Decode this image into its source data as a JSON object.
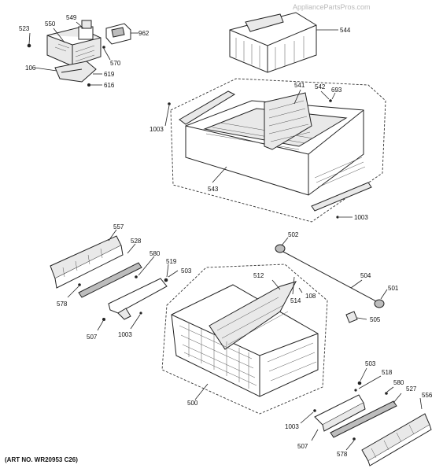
{
  "watermark": "AppliancePartsPros.com",
  "art_number": "(ART NO. WR20953 C26)",
  "callouts": [
    {
      "id": "c523a",
      "text": "523"
    },
    {
      "id": "c550",
      "text": "550"
    },
    {
      "id": "c549",
      "text": "549"
    },
    {
      "id": "c962",
      "text": "962"
    },
    {
      "id": "c570",
      "text": "570"
    },
    {
      "id": "c106",
      "text": "106"
    },
    {
      "id": "c619",
      "text": "619"
    },
    {
      "id": "c616",
      "text": "616"
    },
    {
      "id": "c544",
      "text": "544"
    },
    {
      "id": "c541",
      "text": "541"
    },
    {
      "id": "c542",
      "text": "542"
    },
    {
      "id": "c693",
      "text": "693"
    },
    {
      "id": "c1003a",
      "text": "1003"
    },
    {
      "id": "c543",
      "text": "543"
    },
    {
      "id": "c1003b",
      "text": "1003"
    },
    {
      "id": "c557",
      "text": "557"
    },
    {
      "id": "c528a",
      "text": "528"
    },
    {
      "id": "c580a",
      "text": "580"
    },
    {
      "id": "c519",
      "text": "519"
    },
    {
      "id": "c503a",
      "text": "503"
    },
    {
      "id": "c578a",
      "text": "578"
    },
    {
      "id": "c507a",
      "text": "507"
    },
    {
      "id": "c1003c",
      "text": "1003"
    },
    {
      "id": "c502",
      "text": "502"
    },
    {
      "id": "c512",
      "text": "512"
    },
    {
      "id": "c504",
      "text": "504"
    },
    {
      "id": "c514",
      "text": "514"
    },
    {
      "id": "c108",
      "text": "108"
    },
    {
      "id": "c501",
      "text": "501"
    },
    {
      "id": "c505",
      "text": "505"
    },
    {
      "id": "c500",
      "text": "500"
    },
    {
      "id": "c503b",
      "text": "503"
    },
    {
      "id": "c518",
      "text": "518"
    },
    {
      "id": "c580b",
      "text": "580"
    },
    {
      "id": "c527",
      "text": "527"
    },
    {
      "id": "c556",
      "text": "556"
    },
    {
      "id": "c1003d",
      "text": "1003"
    },
    {
      "id": "c507b",
      "text": "507"
    },
    {
      "id": "c578b",
      "text": "578"
    }
  ]
}
